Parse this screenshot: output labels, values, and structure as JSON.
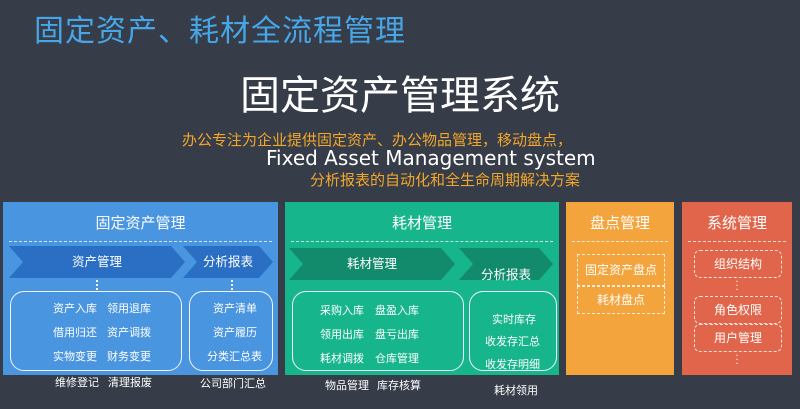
{
  "header_title": "固定资产、耗材全流程管理",
  "main_title": "固定资产管理系统",
  "tagline_line1": "办公专注为企业提供固定资产、办公物品管理，移动盘点，",
  "english_title": "Fixed Asset Management system",
  "tagline_line2": "分析报表的自动化和全生命周期解决方案",
  "colors": {
    "background": "#363c48",
    "header": "#46a6e8",
    "accent_text": "#f2a72b",
    "blue": "#4a95e0",
    "green": "#17b58c",
    "orange": "#f3a43c",
    "red": "#e0654a"
  },
  "modules": {
    "fixed_asset": {
      "title": "固定资产管理",
      "chevron_left": "资产管理",
      "chevron_right": "分析报表",
      "left_items": [
        "资产入库",
        "领用退库",
        "借用归还",
        "资产调拨",
        "实物变更",
        "财务变更"
      ],
      "left_caption_a": "维修登记",
      "left_caption_b": "清理报废",
      "right_items": [
        "资产清单",
        "资产履历",
        "分类汇总表"
      ],
      "right_caption": "公司部门汇总"
    },
    "consumables": {
      "title": "耗材管理",
      "chevron_left": "耗材管理",
      "chevron_right": "分析报表",
      "left_items": [
        "采购入库",
        "盘盈入库",
        "领用出库",
        "盘亏出库",
        "耗材调拨",
        "仓库管理"
      ],
      "left_caption_a": "物品管理",
      "left_caption_b": "库存核算",
      "right_items": [
        "实时库存",
        "收发存汇总",
        "收发存明细"
      ],
      "right_caption": "耗材领用"
    },
    "inventory": {
      "title": "盘点管理",
      "items": [
        "固定资产盘点",
        "耗材盘点"
      ]
    },
    "system": {
      "title": "系统管理",
      "items": [
        "组织结构",
        "角色权限",
        "用户管理"
      ]
    }
  }
}
